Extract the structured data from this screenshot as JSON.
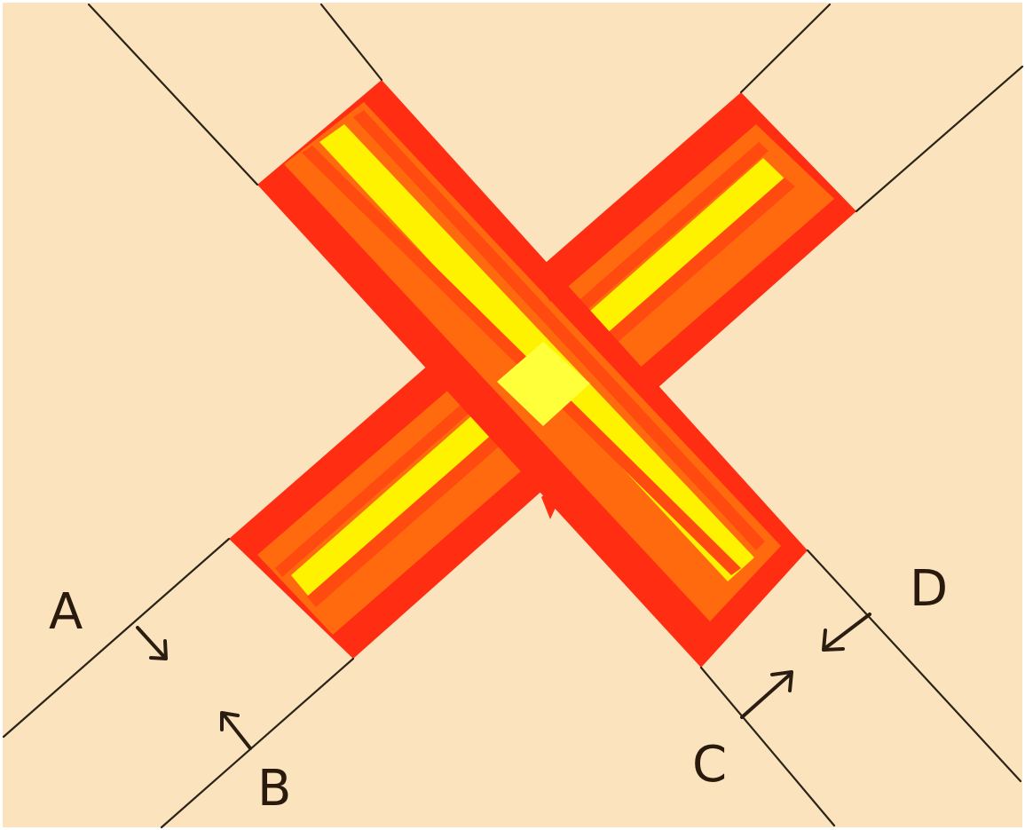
{
  "labels": {
    "a": "A",
    "b": "B",
    "c": "C",
    "d": "D"
  },
  "colors": {
    "paper": "#fbe3bd",
    "red": "#ff2e12",
    "orange": "#ff6a0e",
    "yellow": "#fff200",
    "line": "#2b2218"
  },
  "icons": {
    "arrow_a": "arrow-down-right-icon",
    "arrow_b": "arrow-up-left-icon",
    "arrow_c": "arrow-up-right-icon",
    "arrow_d": "arrow-down-left-icon"
  }
}
